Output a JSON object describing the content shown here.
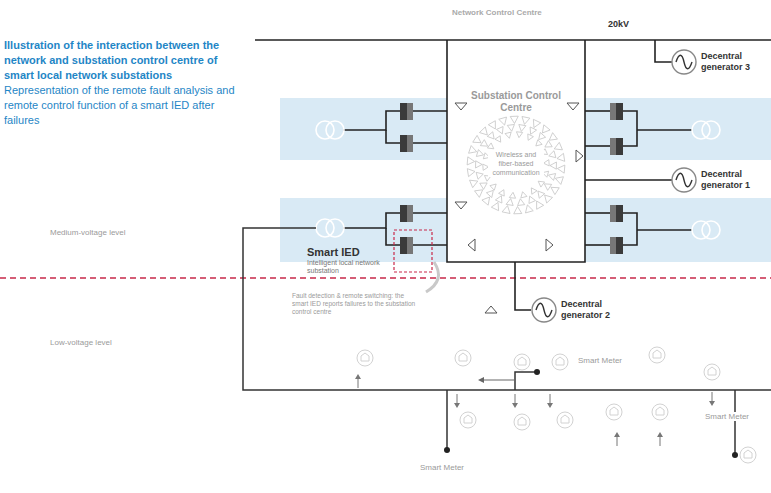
{
  "diagram": {
    "title": "Illustration of the interaction between the network and substation control centre of smart local network substations",
    "caption": "Representation of the remote fault analysis and remote control function of a smart IED after failures",
    "nodes": [
      {
        "text": [
          "Substation Control Centre",
          "Wireless and fiber-based communication"
        ]
      },
      {
        "text": [
          "Smart IED",
          "Intelligent local network substation"
        ]
      },
      {
        "text": [
          "Decentral generator 3"
        ]
      },
      {
        "text": [
          "Decentral generator 1"
        ]
      },
      {
        "text": [
          "Decentral generator 2"
        ]
      }
    ],
    "edges": [
      {
        "from": 0,
        "to": 4,
        "arrow": "none"
      }
    ],
    "labels": [
      "Network Control Centre",
      "20kV",
      "Medium-voltage level",
      "Low-voltage level",
      "Fault detection & remote switching: the smart IED reports failures to the substation control centre",
      "Smart Meter",
      "Smart Meter",
      "Smart Meter"
    ]
  }
}
